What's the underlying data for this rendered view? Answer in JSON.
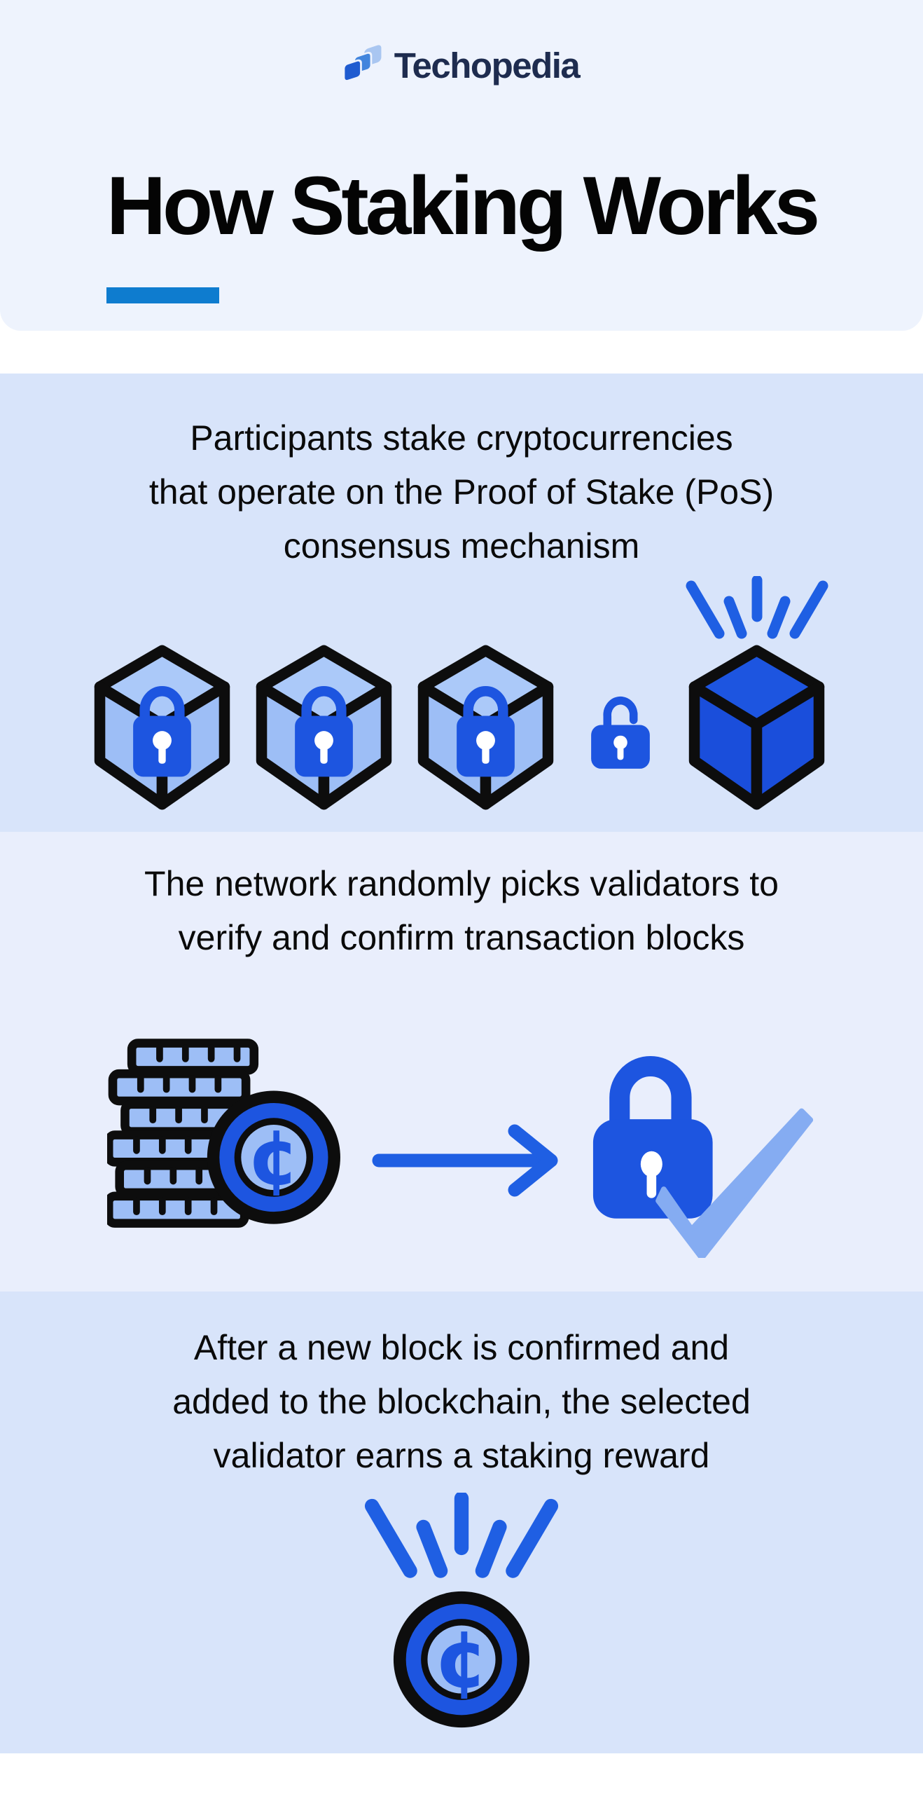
{
  "brand": {
    "name": "Techopedia"
  },
  "header": {
    "title": "How Staking Works"
  },
  "steps": [
    {
      "text": "Participants stake cryptocurrencies that operate on the Proof of Stake (PoS) consensus mechanism",
      "lines": [
        "Participants stake cryptocurrencies",
        "that operate on the Proof of Stake (PoS)",
        "consensus mechanism"
      ],
      "icons": [
        "locked-block-icon",
        "locked-block-icon",
        "locked-block-icon",
        "open-padlock-icon",
        "new-block-rays-icon"
      ]
    },
    {
      "text": "The network randomly picks validators to verify and confirm transaction blocks",
      "lines": [
        "The network randomly picks validators to",
        "verify and confirm transaction blocks"
      ],
      "icons": [
        "coin-stack-icon",
        "arrow-right-icon",
        "verified-lock-icon"
      ]
    },
    {
      "text": "After a new block is confirmed and added to the blockchain, the selected validator earns a staking reward",
      "lines": [
        "After a new block is confirmed and",
        "added to the blockchain, the selected",
        "validator earns a staking reward"
      ],
      "icons": [
        "reward-coin-rays-icon"
      ]
    }
  ],
  "symbols": {
    "cent_sign": "¢"
  },
  "colors": {
    "header_bg": "#eef3fd",
    "section_dark_bg": "#d8e4fa",
    "section_light_bg": "#e9eefc",
    "accent_bar": "#0e7ccf",
    "royal_blue": "#1d55e0",
    "royal_blue_deep": "#1a4edb",
    "ray_blue": "#1f5fe3",
    "light_icon_blue": "#9dbef6",
    "light_icon_blue_top": "#abc9f9",
    "check_blue": "#85acf2",
    "logo_navy": "#1e2c4f",
    "logo_mark_dark": "#1f5bd0",
    "logo_mark_mid": "#4285dd",
    "logo_mark_light": "#a9c6f1",
    "text": "#0a0a0a",
    "outline_black": "#0d0d0d"
  }
}
